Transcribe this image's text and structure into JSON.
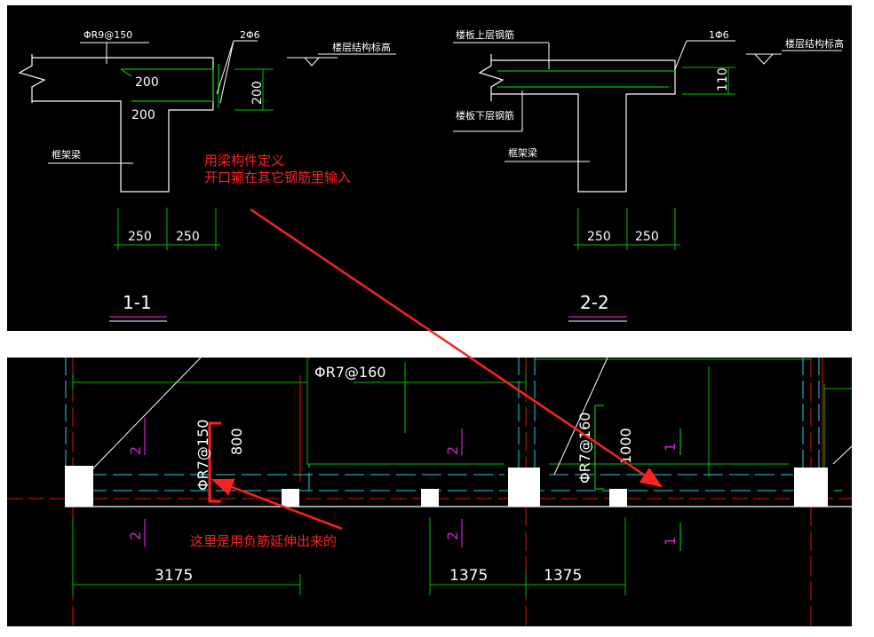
{
  "section_1": {
    "top_rebar": "ΦR9@150",
    "corner_rebar": "2Φ6",
    "floor_label": "楼层结构标高",
    "dim_200_a": "200",
    "dim_200_b": "200",
    "dim_200_v": "200",
    "beam_label": "框架梁",
    "width_a": "250",
    "width_b": "250",
    "title": "1-1"
  },
  "section_2": {
    "top_label": "楼板上层钢筋",
    "corner_rebar": "1Φ6",
    "floor_label": "楼层结构标高",
    "dim_110": "110",
    "bottom_label": "楼板下层钢筋",
    "beam_label": "框架梁",
    "width_a": "250",
    "width_b": "250",
    "title": "2-2"
  },
  "note_top": {
    "line1": "用梁构件定义",
    "line2": "开口箍在其它钢筋里输入"
  },
  "plan": {
    "top_rebar": "ΦR7@160",
    "rebar_left": "ΦR7@150",
    "len_800": "800",
    "rebar_mid": "ΦR7@160",
    "len_1000": "1000",
    "sec_2a": "2",
    "sec_2b": "2",
    "sec_2c": "2",
    "sec_2d": "2",
    "sec_1a": "1",
    "sec_1b": "1",
    "dim_3175": "3175",
    "dim_1375a": "1375",
    "dim_1375b": "1375",
    "note": "这里是用负筋延伸出来的"
  },
  "colors": {
    "background": "#000000",
    "outline": "#ffffff",
    "dimension": "#00c000",
    "axis": "#e01010",
    "cyan": "#20d0e0",
    "magenta": "#d020d0",
    "annotation": "#ff2020"
  }
}
